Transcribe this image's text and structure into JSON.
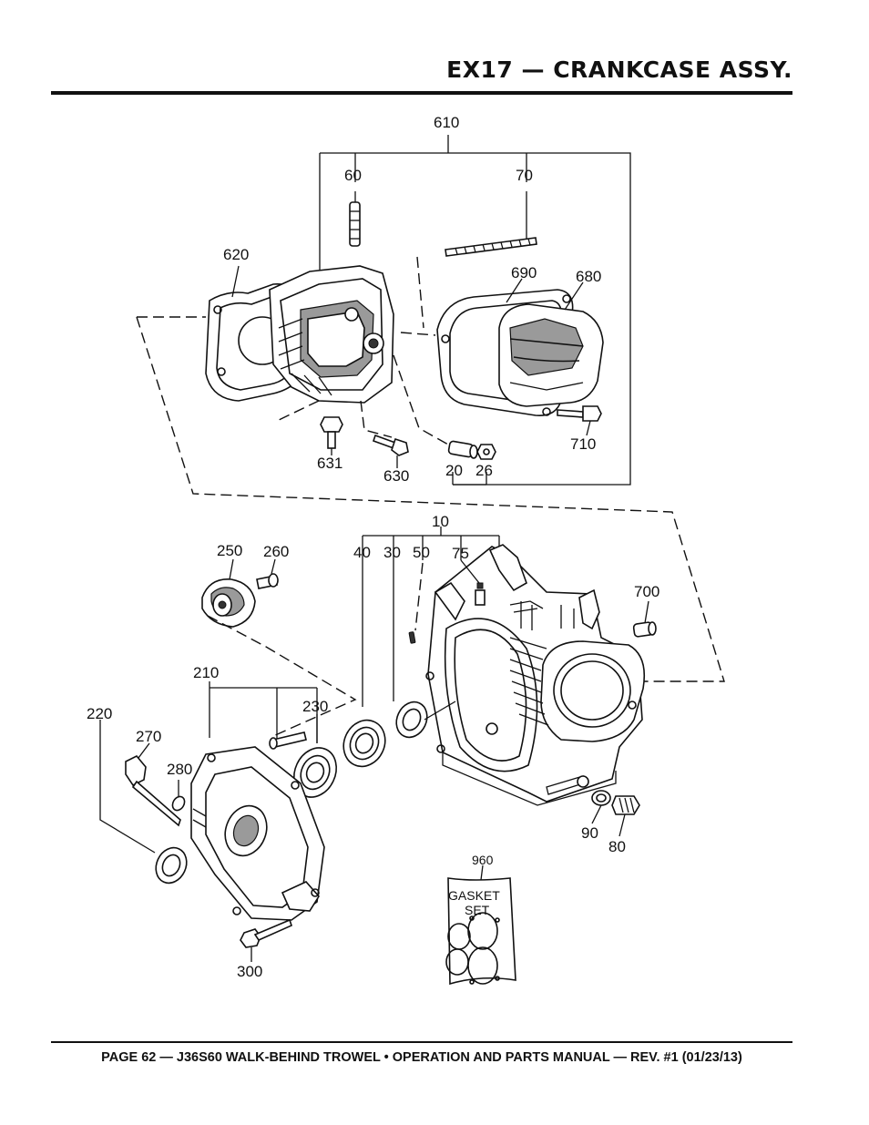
{
  "header": {
    "title": "EX17 — CRANKCASE ASSY."
  },
  "footer": {
    "text": "PAGE 62 — J36S60 WALK-BEHIND TROWEL • OPERATION AND PARTS MANUAL — REV. #1 (01/23/13)"
  },
  "callouts": {
    "c610": "610",
    "c60": "60",
    "c70": "70",
    "c620": "620",
    "c690": "690",
    "c680": "680",
    "c631": "631",
    "c630": "630",
    "c20": "20",
    "c26": "26",
    "c710": "710",
    "c10": "10",
    "c40": "40",
    "c30": "30",
    "c50": "50",
    "c75": "75",
    "c250": "250",
    "c260": "260",
    "c700": "700",
    "c210": "210",
    "c220": "220",
    "c230": "230",
    "c270": "270",
    "c280": "280",
    "c90": "90",
    "c80": "80",
    "c300": "300",
    "c960": "960"
  },
  "gasket_set": {
    "line1": "GASKET",
    "line2": "SET"
  }
}
